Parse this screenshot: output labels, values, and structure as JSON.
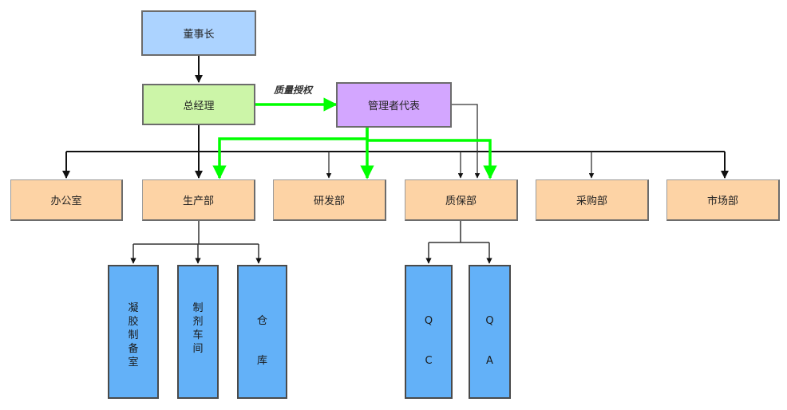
{
  "chairman": "董事长",
  "general_manager": "总经理",
  "management_rep": "管理者代表",
  "quality_authorization": "质量授权",
  "departments": [
    "办公室",
    "生产部",
    "研发部",
    "质保部",
    "采购部",
    "市场部"
  ],
  "production_units": {
    "gel_prep": [
      "凝",
      "胶",
      "制",
      "备",
      "室"
    ],
    "prep_workshop": [
      "制",
      "剂",
      "车",
      "间"
    ],
    "warehouse": [
      "仓",
      "库"
    ]
  },
  "qa_units": {
    "qc": [
      "Q",
      "C"
    ],
    "qa": [
      "Q",
      "A"
    ]
  },
  "colors": {
    "chairman": "#acd3ff",
    "general_manager": "#ccf5a8",
    "management_rep": "#d3a6ff",
    "department": "#fdd3a5",
    "unit": "#63b1f8",
    "authority_line": "#00ff00"
  }
}
